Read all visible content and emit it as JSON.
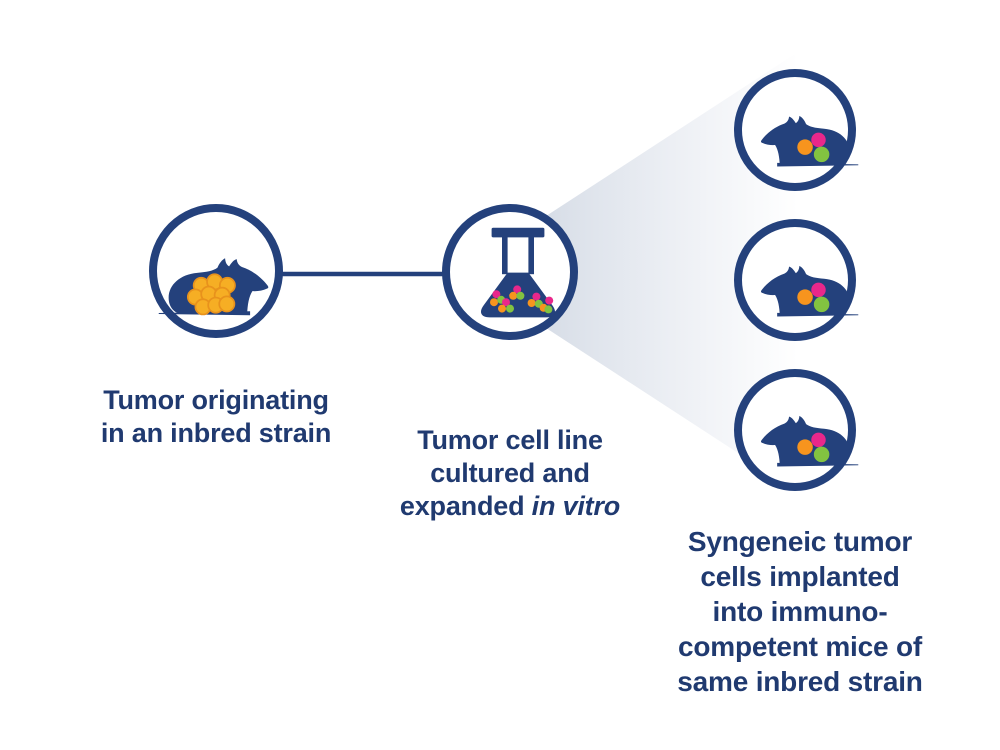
{
  "figure": {
    "type": "syngeneic-mouse-model-workflow-diagram",
    "left_node": {
      "icon": "mouse-with-tumor-icon",
      "label_lines": [
        "Tumor originating",
        "in an inbred strain"
      ]
    },
    "flask_node": {
      "icon": "culture-flask-icon",
      "label_lines": [
        "Tumor cell line",
        "cultured and"
      ],
      "label_line3": {
        "normal": "expanded ",
        "italic": "in vitro"
      }
    },
    "recipient_node": {
      "icon": "mouse-with-syngeneic-cells-icon",
      "mouse_count": 3,
      "label_lines": [
        "Syngeneic tumor",
        "cells implanted",
        "into immuno-",
        "competent mice of",
        "same inbred strain"
      ]
    },
    "connectors": {
      "line": "left-circle-to-flask-circle",
      "beam": "flask-circle-expanding-to-three-mice"
    }
  },
  "colors": {
    "navy": "#24417C",
    "text_navy": "#203A70",
    "tumor_orange_fill": "#F6AE24",
    "tumor_orange_stroke": "#E8921C",
    "cell_pink": "#E9278B",
    "cell_orange": "#F7941E",
    "cell_green": "#82C341",
    "beam_gradient_start": "#C7CFDC",
    "beam_gradient_end": "#FFFFFF"
  }
}
